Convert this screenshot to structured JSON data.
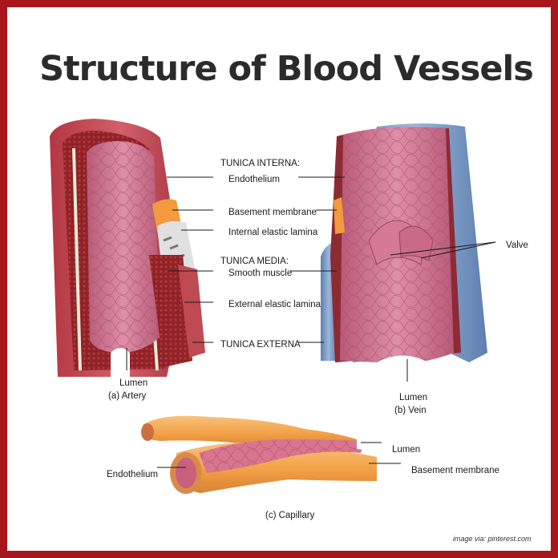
{
  "title": "Structure of Blood Vessels",
  "labels": {
    "tunica_interna": "TUNICA INTERNA:",
    "endothelium": "Endothelium",
    "basement_membrane": "Basement membrane",
    "internal_elastic_lamina": "Internal elastic lamina",
    "tunica_media": "TUNICA MEDIA:",
    "smooth_muscle": "Smooth muscle",
    "external_elastic_lamina": "External elastic lamina",
    "tunica_externa": "TUNICA EXTERNA",
    "valve": "Valve",
    "artery_lumen": "Lumen",
    "artery_caption": "(a) Artery",
    "vein_lumen": "Lumen",
    "vein_caption": "(b) Vein",
    "capillary_lumen": "Lumen",
    "capillary_basement_membrane": "Basement membrane",
    "capillary_endothelium": "Endothelium",
    "capillary_caption": "(c) Capillary"
  },
  "credit": "image via: pinterest.com",
  "colors": {
    "border": "#a6161c",
    "title": "#2b2b2b",
    "tunica_externa": "#b8404a",
    "tunica_media": "#9e2a2e",
    "endothelium": "#c96a86",
    "vein_externa": "#6f8fbd",
    "capillary": "#f0a24a"
  }
}
